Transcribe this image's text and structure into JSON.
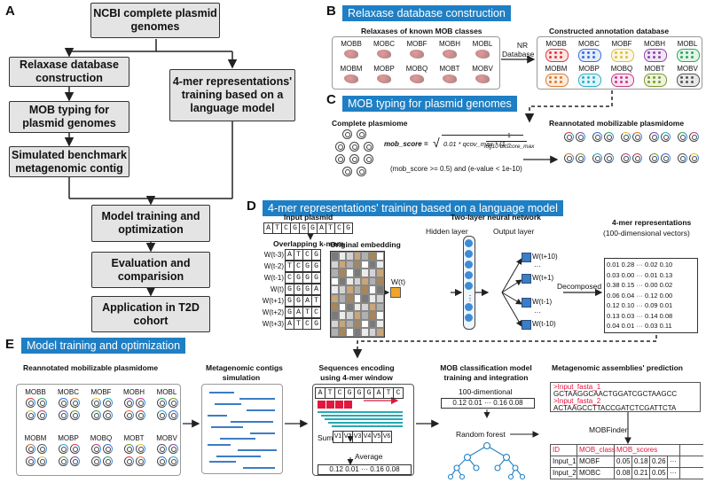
{
  "panel_labels": {
    "a": "A",
    "b": "B",
    "c": "C",
    "d": "D",
    "e": "E"
  },
  "flow": {
    "ncbi": "NCBI complete plasmid genomes",
    "relaxase": "Relaxase database construction",
    "mob_typing": "MOB typing for plasmid genomes",
    "simulated": "Simulated benchmark metagenomic contig",
    "fourmer": "4-mer representations' training based on a language model",
    "model_training": "Model training and optimization",
    "evaluation": "Evaluation and comparision",
    "application": "Application in T2D cohort"
  },
  "panel_b": {
    "banner": "Relaxase database construction",
    "known_title": "Relaxases of known MOB classes",
    "nr_line1": "NR",
    "nr_line2": "Database",
    "db_title": "Constructed annotation database",
    "classes_row1": [
      "MOBB",
      "MOBC",
      "MOBF",
      "MOBH",
      "MOBL"
    ],
    "classes_row2": [
      "MOBM",
      "MOBP",
      "MOBQ",
      "MOBT",
      "MOBV"
    ]
  },
  "panel_c": {
    "banner": "MOB typing for plasmid genomes",
    "complete": "Complete plasmiome",
    "reannotated": "Reannotated mobilizable plasmidome",
    "formula_lhs": "mob_score =",
    "formula_body": "0.01 * qcov_max * (1 −",
    "frac_num": "1",
    "frac_den": "log10 bitscore_max",
    "condition": "(mob_score >= 0.5) and (e-value < 1e-10)"
  },
  "panel_d": {
    "banner": "4-mer representations' training based on a language model",
    "input_plasmid": "Input plasmid",
    "sequence": [
      "A",
      "T",
      "C",
      "G",
      "G",
      "G",
      "A",
      "T",
      "C",
      "G"
    ],
    "overlapping": "Overlapping k-mers",
    "original_embedding": "Original embedding",
    "kmers": [
      {
        "label": "W(t-3)",
        "seq": [
          "A",
          "T",
          "C",
          "G"
        ]
      },
      {
        "label": "W(t-2)",
        "seq": [
          "T",
          "C",
          "G",
          "G"
        ]
      },
      {
        "label": "W(t-1)",
        "seq": [
          "C",
          "G",
          "G",
          "G"
        ]
      },
      {
        "label": "W(t)",
        "seq": [
          "G",
          "G",
          "G",
          "A"
        ]
      },
      {
        "label": "W(t+1)",
        "seq": [
          "G",
          "G",
          "A",
          "T"
        ]
      },
      {
        "label": "W(t+2)",
        "seq": [
          "G",
          "A",
          "T",
          "C"
        ]
      },
      {
        "label": "W(t+3)",
        "seq": [
          "A",
          "T",
          "C",
          "G"
        ]
      }
    ],
    "wt": "W(t)",
    "nn_title": "Two-layer neural network",
    "hidden": "Hidden layer",
    "output": "Output layer",
    "outputs": [
      "W(t+10)",
      "W(t+1)",
      "W(t-1)",
      "W(t-10)"
    ],
    "decomposed": "Decomposed",
    "rep_title": "4-mer representations",
    "rep_sub": "(100-dimensional vectors)",
    "matrix": [
      "0.01 0.28 ··· 0.02 0.10",
      "0.03 0.00 ··· 0.01 0.13",
      "0.38 0.15 ··· 0.00 0.02",
      "0.06 0.04 ··· 0.12 0.00",
      "0.12 0.10 ··· 0.09 0.01",
      "0.13 0.03 ··· 0.14 0.08",
      "0.04 0.01 ··· 0.03 0.11"
    ]
  },
  "panel_e": {
    "banner": "Model training and optimization",
    "reannotated": "Reannotated mobilizable plasmidome",
    "contigs_l1": "Metagenomic contigs",
    "contigs_l2": "simulation",
    "encoding_l1": "Sequences encoding",
    "encoding_l2": "using 4-mer window",
    "seq": [
      "A",
      "T",
      "C",
      "G",
      "G",
      "G",
      "A",
      "T",
      "C"
    ],
    "sum": "Sum",
    "vs": [
      "V1",
      "V2",
      "V3",
      "V4",
      "V5",
      "V6"
    ],
    "average": "Average",
    "avg_vec": "0.12 0.01 ··· 0.16 0.08",
    "classify_l1": "MOB classification model",
    "classify_l2": "training and integration",
    "hundred": "100-dimentional",
    "vec": "0.12 0.01 ··· 0.16 0.08",
    "rf": "Random forest",
    "pred_title": "Metagenomic assemblies' prediction",
    "fasta": [
      {
        "h": ">Input_fasta_1",
        "s": "GCTAAGGCAACTGGATCGCTAAGCC"
      },
      {
        "h": ">Input_fasta_2",
        "s": "ACTAAGCCTTACCGATCTCGATTCTA"
      }
    ],
    "mobfinder": "MOBFinder",
    "table_header": [
      "ID",
      "MOB_class",
      "MOB_scores"
    ],
    "table_rows": [
      [
        "Input_1",
        "MOBF",
        "0.05",
        "0.18",
        "0.26",
        "···"
      ],
      [
        "Input_2",
        "MOBC",
        "0.08",
        "0.21",
        "0.05",
        "···"
      ]
    ]
  },
  "colors": {
    "banner": "#1f7fc4",
    "red": "#e1173f",
    "box": "#e4e4e4"
  }
}
